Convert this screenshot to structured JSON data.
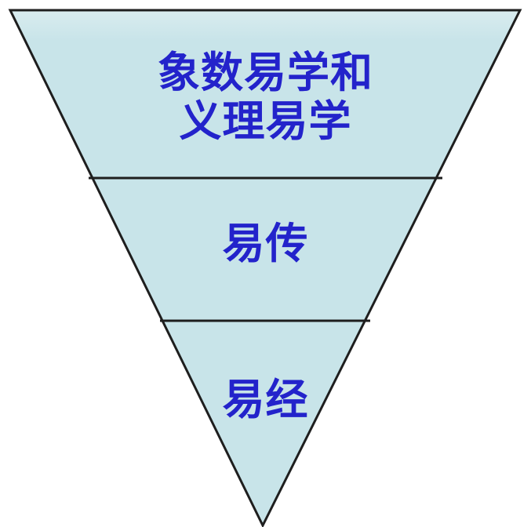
{
  "diagram": {
    "type": "inverted-pyramid",
    "orientation": "point-down",
    "colors": {
      "fill": "#c8e4e9",
      "fill_top_highlight": "#d9ecef",
      "outline": "#1e1e1e",
      "text": "#2323cb",
      "background": "#ffffff"
    },
    "levels": [
      {
        "position": "top",
        "line1": "象数易学和",
        "line2": "义理易学",
        "label": "象数易学和义理易学"
      },
      {
        "position": "middle",
        "label": "易传"
      },
      {
        "position": "bottom",
        "label": "易经"
      }
    ]
  }
}
